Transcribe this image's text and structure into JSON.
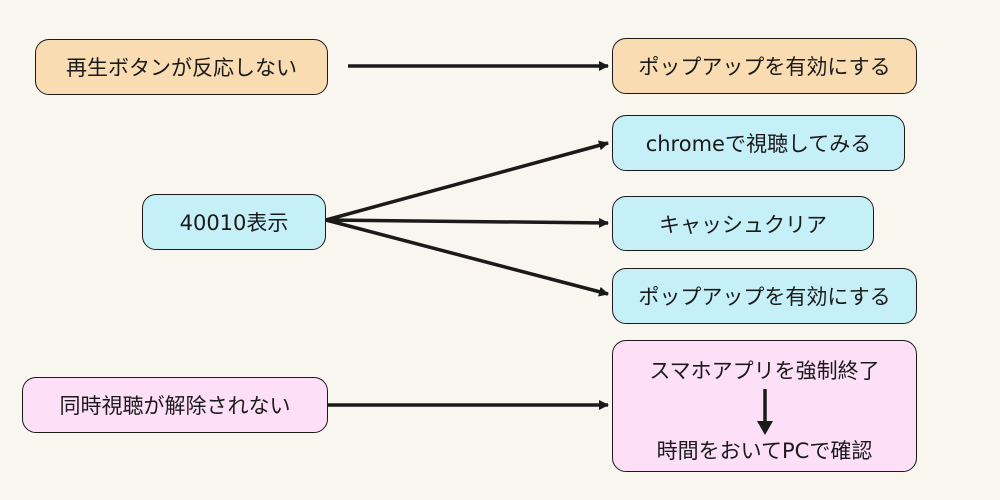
{
  "nodes": {
    "playback_unresponsive": "再生ボタンが反応しない",
    "enable_popup_1": "ポップアップを有効にする",
    "watch_in_chrome": "chromeで視聴してみる",
    "error_40010": "40010表示",
    "clear_cache": "キャッシュクリア",
    "enable_popup_2": "ポップアップを有効にする",
    "simultaneous_not_released": "同時視聴が解除されない",
    "force_quit_app": "スマホアプリを強制終了",
    "wait_and_confirm_pc": "時間をおいてPCで確認"
  },
  "colors": {
    "orange": "#f9dcb2",
    "blue": "#c6f0f8",
    "pink": "#fde0f8",
    "background": "#f8f6ee",
    "stroke": "#1a1a1a"
  }
}
